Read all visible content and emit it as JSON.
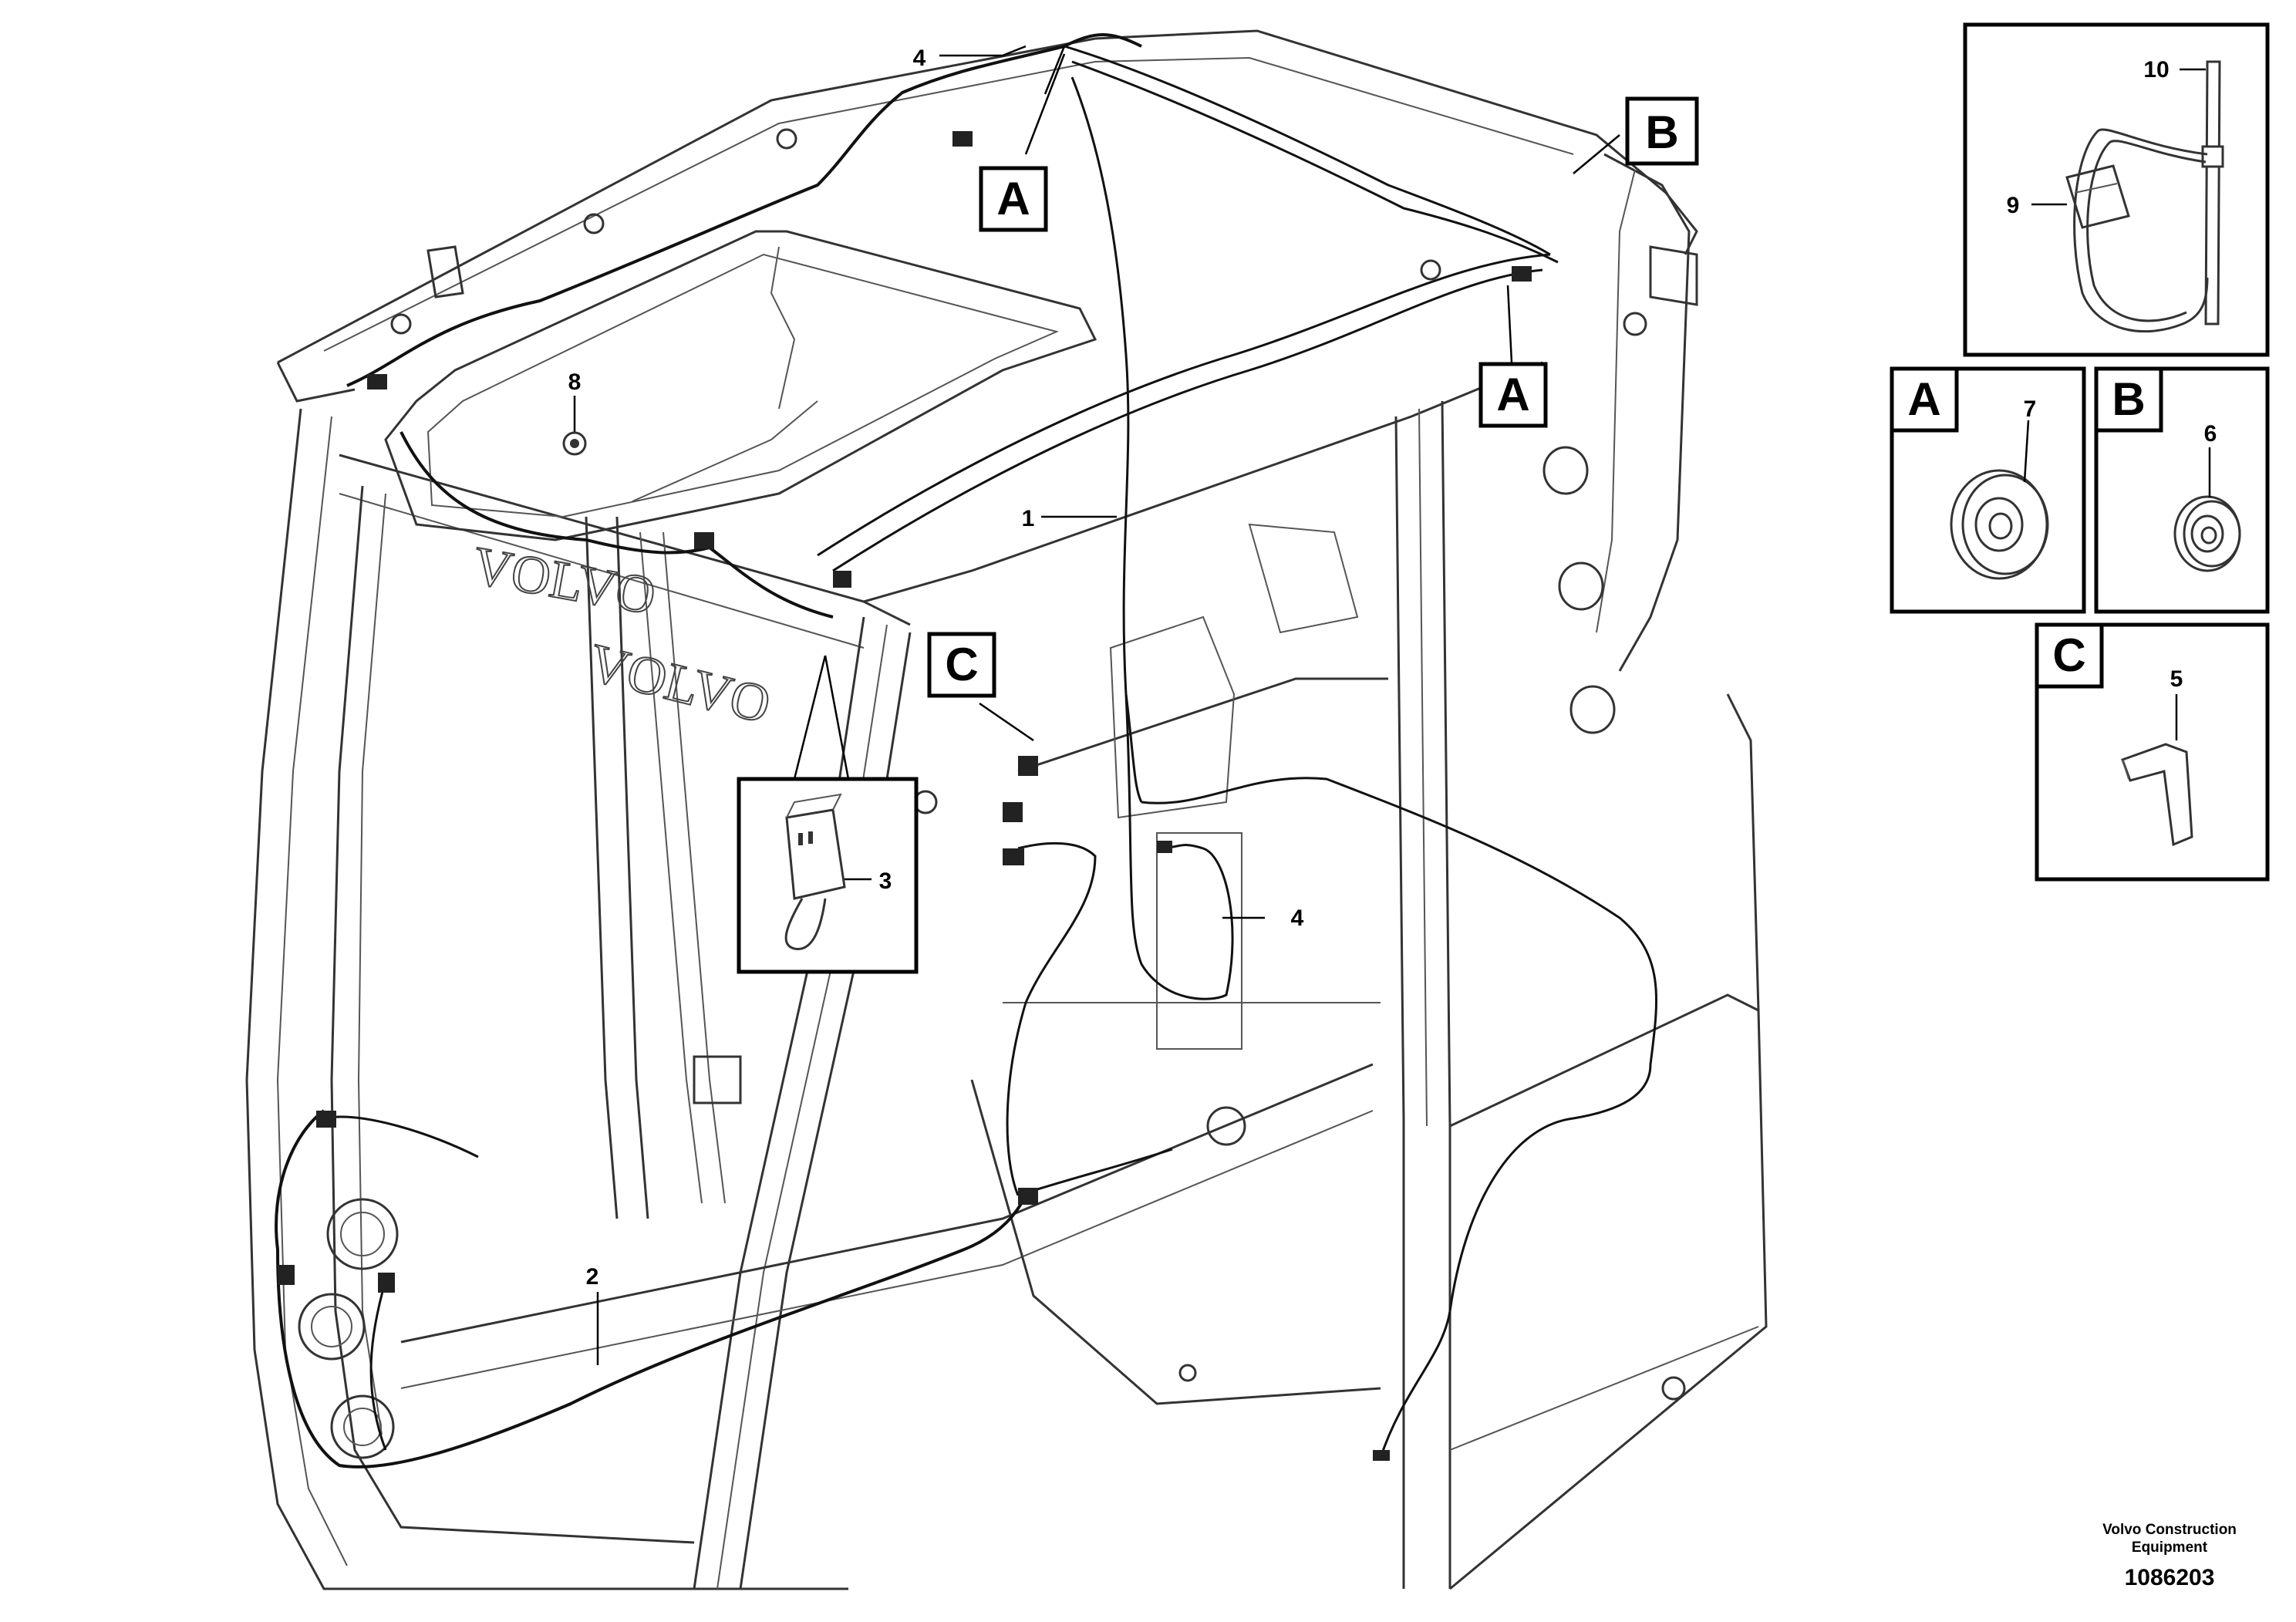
{
  "callouts": {
    "c1": "1",
    "c2": "2",
    "c3": "3",
    "c4_top": "4",
    "c4_mid": "4",
    "c5": "5",
    "c6": "6",
    "c7": "7",
    "c8": "8",
    "c9": "9",
    "c10": "10"
  },
  "view_labels": {
    "a_top": "A",
    "a_right": "A",
    "b_main": "B",
    "c_main": "C",
    "detail_a": "A",
    "detail_b": "B",
    "detail_c": "C"
  },
  "brand_marks": {
    "volvo_upper": "VOLVO",
    "volvo_lower": "VOLVO"
  },
  "credit": {
    "line1": "Volvo Construction",
    "line2": "Equipment",
    "doc_number": "1086203"
  }
}
